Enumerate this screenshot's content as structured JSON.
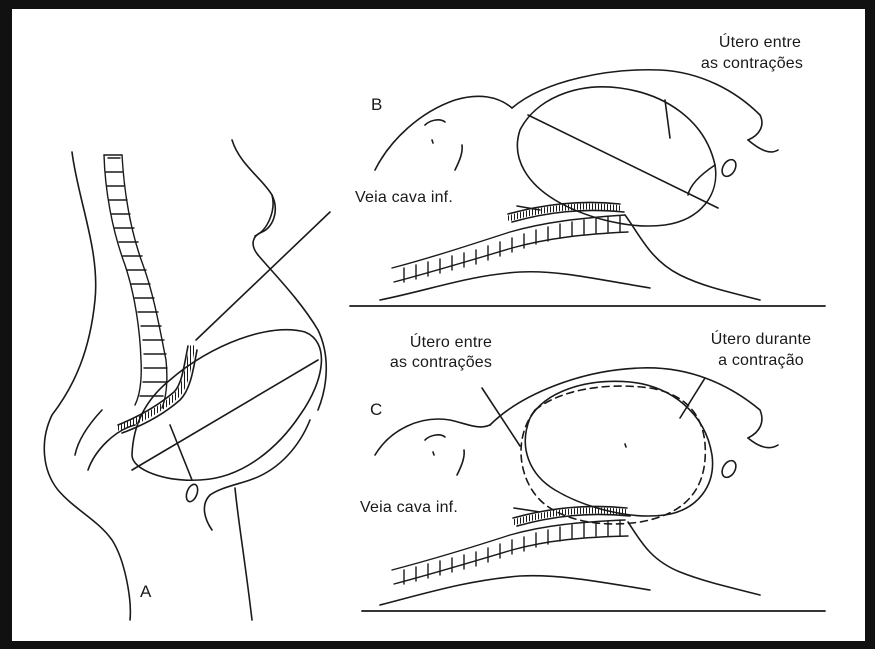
{
  "figure": {
    "panel_a": {
      "letter": "A"
    },
    "panel_b": {
      "letter": "B",
      "uterus_label_line1": "Útero entre",
      "uterus_label_line2": "as contrações",
      "vein_label": "Veia cava inf."
    },
    "panel_c": {
      "letter": "C",
      "uterus_between_line1": "Útero entre",
      "uterus_between_line2": "as contrações",
      "uterus_during_line1": "Útero durante",
      "uterus_during_line2": "a contração",
      "vein_label": "Veia cava inf."
    }
  },
  "colors": {
    "ink": "#1a1a1a",
    "border": "#111111",
    "background": "#ffffff"
  }
}
